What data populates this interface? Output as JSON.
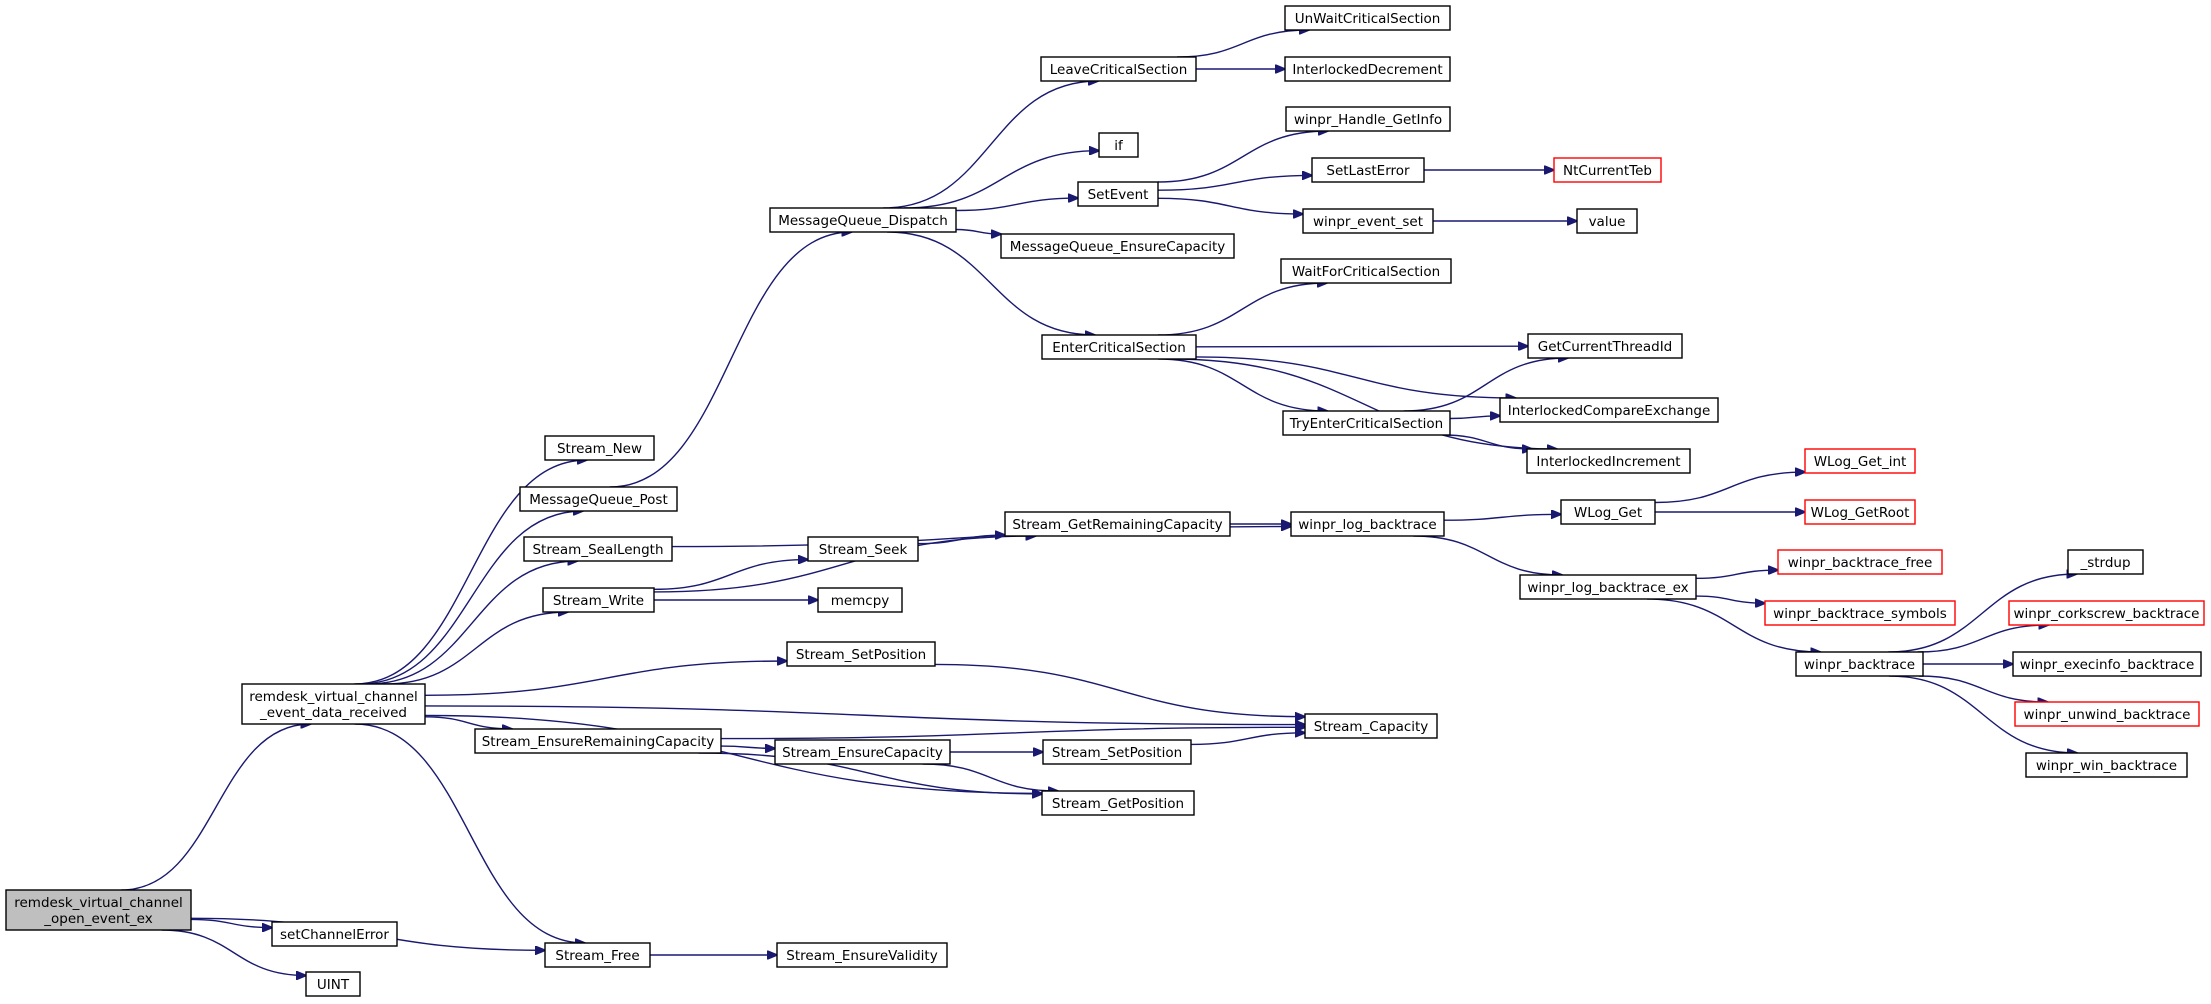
{
  "nodes": [
    {
      "id": "root",
      "label": "remdesk_virtual_channel\n_open_event_ex",
      "style": "root"
    },
    {
      "id": "evt",
      "label": "remdesk_virtual_channel\n_event_data_received",
      "style": "normal"
    },
    {
      "id": "setChannelError",
      "label": "setChannelError",
      "style": "normal"
    },
    {
      "id": "UINT",
      "label": "UINT",
      "style": "normal"
    },
    {
      "id": "Stream_New",
      "label": "Stream_New",
      "style": "normal"
    },
    {
      "id": "MessageQueue_Post",
      "label": "MessageQueue_Post",
      "style": "normal"
    },
    {
      "id": "Stream_SealLength",
      "label": "Stream_SealLength",
      "style": "normal"
    },
    {
      "id": "Stream_Write",
      "label": "Stream_Write",
      "style": "normal"
    },
    {
      "id": "Stream_Free",
      "label": "Stream_Free",
      "style": "normal"
    },
    {
      "id": "Stream_EnsureValidity",
      "label": "Stream_EnsureValidity",
      "style": "normal"
    },
    {
      "id": "Stream_Seek",
      "label": "Stream_Seek",
      "style": "normal"
    },
    {
      "id": "memcpy",
      "label": "memcpy",
      "style": "normal"
    },
    {
      "id": "Stream_SetPosition1",
      "label": "Stream_SetPosition",
      "style": "normal"
    },
    {
      "id": "Stream_EnsureRemainingCapacity",
      "label": "Stream_EnsureRemainingCapacity",
      "style": "normal"
    },
    {
      "id": "Stream_EnsureCapacity",
      "label": "Stream_EnsureCapacity",
      "style": "normal"
    },
    {
      "id": "Stream_SetPosition2",
      "label": "Stream_SetPosition",
      "style": "normal"
    },
    {
      "id": "Stream_Capacity",
      "label": "Stream_Capacity",
      "style": "normal"
    },
    {
      "id": "Stream_GetPosition",
      "label": "Stream_GetPosition",
      "style": "normal"
    },
    {
      "id": "Stream_GetRemainingCapacity",
      "label": "Stream_GetRemainingCapacity",
      "style": "normal"
    },
    {
      "id": "MessageQueue_Dispatch",
      "label": "MessageQueue_Dispatch",
      "style": "normal"
    },
    {
      "id": "LeaveCriticalSection",
      "label": "LeaveCriticalSection",
      "style": "normal"
    },
    {
      "id": "if",
      "label": "if",
      "style": "normal"
    },
    {
      "id": "SetEvent",
      "label": "SetEvent",
      "style": "normal"
    },
    {
      "id": "MessageQueue_EnsureCapacity",
      "label": "MessageQueue_EnsureCapacity",
      "style": "normal"
    },
    {
      "id": "EnterCriticalSection",
      "label": "EnterCriticalSection",
      "style": "normal"
    },
    {
      "id": "UnWaitCriticalSection",
      "label": "UnWaitCriticalSection",
      "style": "normal"
    },
    {
      "id": "InterlockedDecrement",
      "label": "InterlockedDecrement",
      "style": "normal"
    },
    {
      "id": "winpr_Handle_GetInfo",
      "label": "winpr_Handle_GetInfo",
      "style": "normal"
    },
    {
      "id": "SetLastError",
      "label": "SetLastError",
      "style": "normal"
    },
    {
      "id": "NtCurrentTeb",
      "label": "NtCurrentTeb",
      "style": "red"
    },
    {
      "id": "winpr_event_set",
      "label": "winpr_event_set",
      "style": "normal"
    },
    {
      "id": "value",
      "label": "value",
      "style": "normal"
    },
    {
      "id": "WaitForCriticalSection",
      "label": "WaitForCriticalSection",
      "style": "normal"
    },
    {
      "id": "GetCurrentThreadId",
      "label": "GetCurrentThreadId",
      "style": "normal"
    },
    {
      "id": "TryEnterCriticalSection",
      "label": "TryEnterCriticalSection",
      "style": "normal"
    },
    {
      "id": "InterlockedCompareExchange",
      "label": "InterlockedCompareExchange",
      "style": "normal"
    },
    {
      "id": "InterlockedIncrement",
      "label": "InterlockedIncrement",
      "style": "normal"
    },
    {
      "id": "winpr_log_backtrace",
      "label": "winpr_log_backtrace",
      "style": "normal"
    },
    {
      "id": "WLog_Get",
      "label": "WLog_Get",
      "style": "normal"
    },
    {
      "id": "WLog_Get_int",
      "label": "WLog_Get_int",
      "style": "red"
    },
    {
      "id": "WLog_GetRoot",
      "label": "WLog_GetRoot",
      "style": "red"
    },
    {
      "id": "winpr_log_backtrace_ex",
      "label": "winpr_log_backtrace_ex",
      "style": "normal"
    },
    {
      "id": "winpr_backtrace_free",
      "label": "winpr_backtrace_free",
      "style": "red"
    },
    {
      "id": "winpr_backtrace_symbols",
      "label": "winpr_backtrace_symbols",
      "style": "red"
    },
    {
      "id": "winpr_backtrace",
      "label": "winpr_backtrace",
      "style": "normal"
    },
    {
      "id": "_strdup",
      "label": "_strdup",
      "style": "normal"
    },
    {
      "id": "winpr_corkscrew_backtrace",
      "label": "winpr_corkscrew_backtrace",
      "style": "red"
    },
    {
      "id": "winpr_execinfo_backtrace",
      "label": "winpr_execinfo_backtrace",
      "style": "normal"
    },
    {
      "id": "winpr_unwind_backtrace",
      "label": "winpr_unwind_backtrace",
      "style": "red"
    },
    {
      "id": "winpr_win_backtrace",
      "label": "winpr_win_backtrace",
      "style": "normal"
    }
  ],
  "edges": [
    [
      "root",
      "evt"
    ],
    [
      "root",
      "setChannelError"
    ],
    [
      "root",
      "UINT"
    ],
    [
      "root",
      "Stream_Free"
    ],
    [
      "evt",
      "Stream_New"
    ],
    [
      "evt",
      "MessageQueue_Post"
    ],
    [
      "evt",
      "Stream_SealLength"
    ],
    [
      "evt",
      "Stream_Write"
    ],
    [
      "evt",
      "Stream_SetPosition1"
    ],
    [
      "evt",
      "Stream_EnsureRemainingCapacity"
    ],
    [
      "evt",
      "Stream_GetPosition"
    ],
    [
      "evt",
      "Stream_Capacity"
    ],
    [
      "evt",
      "Stream_Free"
    ],
    [
      "MessageQueue_Post",
      "MessageQueue_Dispatch"
    ],
    [
      "Stream_SealLength",
      "winpr_log_backtrace"
    ],
    [
      "Stream_Write",
      "Stream_Seek"
    ],
    [
      "Stream_Write",
      "memcpy"
    ],
    [
      "Stream_Write",
      "Stream_GetRemainingCapacity"
    ],
    [
      "Stream_Seek",
      "Stream_GetRemainingCapacity"
    ],
    [
      "Stream_GetRemainingCapacity",
      "winpr_log_backtrace"
    ],
    [
      "Stream_SetPosition1",
      "Stream_Capacity"
    ],
    [
      "Stream_EnsureRemainingCapacity",
      "Stream_EnsureCapacity"
    ],
    [
      "Stream_EnsureRemainingCapacity",
      "Stream_Capacity"
    ],
    [
      "Stream_EnsureRemainingCapacity",
      "Stream_GetPosition"
    ],
    [
      "Stream_EnsureCapacity",
      "Stream_SetPosition2"
    ],
    [
      "Stream_EnsureCapacity",
      "Stream_GetPosition"
    ],
    [
      "Stream_SetPosition2",
      "Stream_Capacity"
    ],
    [
      "Stream_Free",
      "Stream_EnsureValidity"
    ],
    [
      "MessageQueue_Dispatch",
      "LeaveCriticalSection"
    ],
    [
      "MessageQueue_Dispatch",
      "if"
    ],
    [
      "MessageQueue_Dispatch",
      "SetEvent"
    ],
    [
      "MessageQueue_Dispatch",
      "MessageQueue_EnsureCapacity"
    ],
    [
      "MessageQueue_Dispatch",
      "EnterCriticalSection"
    ],
    [
      "LeaveCriticalSection",
      "UnWaitCriticalSection"
    ],
    [
      "LeaveCriticalSection",
      "InterlockedDecrement"
    ],
    [
      "SetEvent",
      "winpr_Handle_GetInfo"
    ],
    [
      "SetEvent",
      "SetLastError"
    ],
    [
      "SetEvent",
      "winpr_event_set"
    ],
    [
      "SetLastError",
      "NtCurrentTeb"
    ],
    [
      "winpr_event_set",
      "value"
    ],
    [
      "EnterCriticalSection",
      "WaitForCriticalSection"
    ],
    [
      "EnterCriticalSection",
      "GetCurrentThreadId"
    ],
    [
      "EnterCriticalSection",
      "TryEnterCriticalSection"
    ],
    [
      "EnterCriticalSection",
      "InterlockedCompareExchange"
    ],
    [
      "EnterCriticalSection",
      "InterlockedIncrement"
    ],
    [
      "TryEnterCriticalSection",
      "GetCurrentThreadId"
    ],
    [
      "TryEnterCriticalSection",
      "InterlockedCompareExchange"
    ],
    [
      "TryEnterCriticalSection",
      "InterlockedIncrement"
    ],
    [
      "winpr_log_backtrace",
      "WLog_Get"
    ],
    [
      "winpr_log_backtrace",
      "winpr_log_backtrace_ex"
    ],
    [
      "WLog_Get",
      "WLog_Get_int"
    ],
    [
      "WLog_Get",
      "WLog_GetRoot"
    ],
    [
      "winpr_log_backtrace_ex",
      "winpr_backtrace_free"
    ],
    [
      "winpr_log_backtrace_ex",
      "winpr_backtrace_symbols"
    ],
    [
      "winpr_log_backtrace_ex",
      "winpr_backtrace"
    ],
    [
      "winpr_backtrace",
      "_strdup"
    ],
    [
      "winpr_backtrace",
      "winpr_corkscrew_backtrace"
    ],
    [
      "winpr_backtrace",
      "winpr_execinfo_backtrace"
    ],
    [
      "winpr_backtrace",
      "winpr_unwind_backtrace"
    ],
    [
      "winpr_backtrace",
      "winpr_win_backtrace"
    ]
  ],
  "colors": {
    "edge": "#191970",
    "red_border": "#ff0000",
    "root_fill": "#bfbfbf"
  }
}
